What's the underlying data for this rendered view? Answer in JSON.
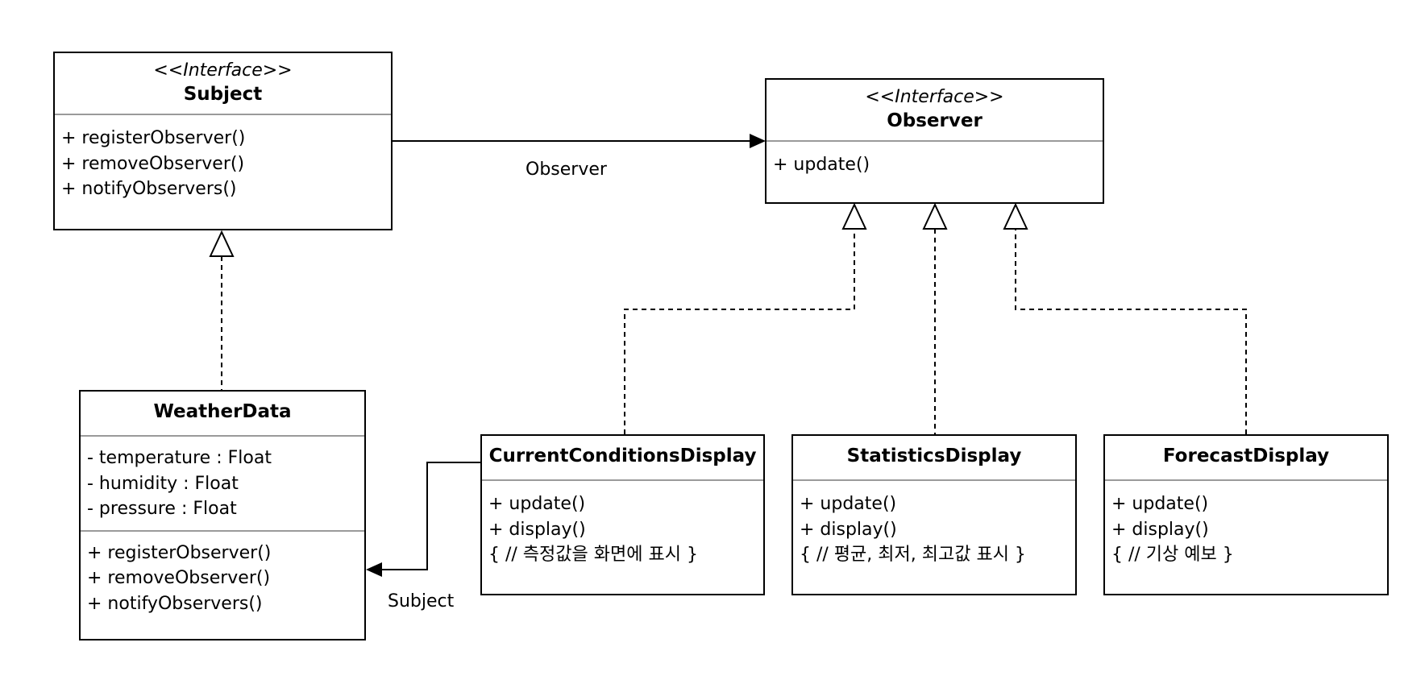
{
  "subject_interface": {
    "stereotype": "<<Interface>>",
    "name": "Subject",
    "methods": [
      "+ registerObserver()",
      "+ removeObserver()",
      "+ notifyObservers()"
    ]
  },
  "observer_interface": {
    "stereotype": "<<Interface>>",
    "name": "Observer",
    "methods": [
      "+ update()"
    ]
  },
  "weather_data": {
    "name": "WeatherData",
    "attributes": [
      "- temperature : Float",
      "- humidity : Float",
      "- pressure : Float"
    ],
    "methods": [
      "+ registerObserver()",
      "+ removeObserver()",
      "+ notifyObservers()"
    ]
  },
  "current_conditions_display": {
    "name": "CurrentConditionsDisplay",
    "methods": [
      "+ update()",
      "+ display()",
      "{ // 측정값을 화면에 표시 }"
    ]
  },
  "statistics_display": {
    "name": "StatisticsDisplay",
    "methods": [
      "+ update()",
      "+ display()",
      "{ // 평균, 최저, 최고값 표시 }"
    ]
  },
  "forecast_display": {
    "name": "ForecastDisplay",
    "methods": [
      "+ update()",
      "+ display()",
      "{ // 기상 예보 }"
    ]
  },
  "associations": {
    "subject_to_observer_label": "Observer",
    "display_to_weatherdata_label": "Subject"
  }
}
